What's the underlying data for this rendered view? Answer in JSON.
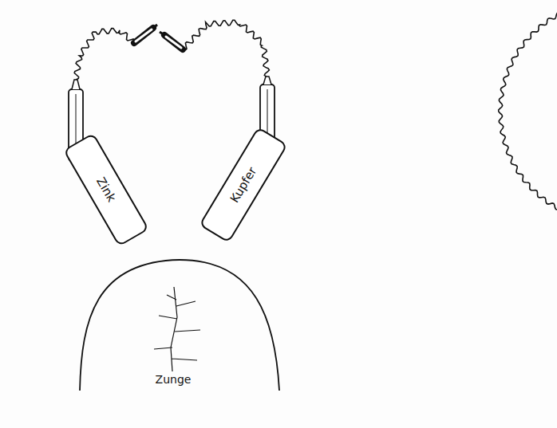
{
  "diagram": {
    "nodes": [
      {
        "text": [
          "Zink"
        ]
      },
      {
        "text": [
          "Kupfer"
        ]
      },
      {
        "text": [
          "Zunge"
        ]
      }
    ]
  }
}
